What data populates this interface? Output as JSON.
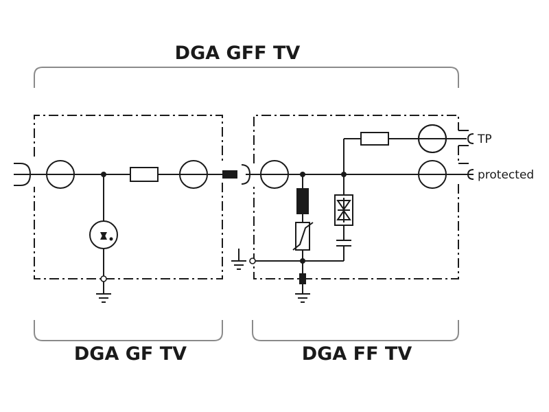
{
  "title_top": "DGA GFF TV",
  "title_left": "DGA GF TV",
  "title_right": "DGA FF TV",
  "terminal_tp": "TP",
  "terminal_protected": "protected",
  "colors": {
    "line": "#1a1a1a",
    "bracket": "#8a8a8a",
    "background": "#ffffff"
  }
}
